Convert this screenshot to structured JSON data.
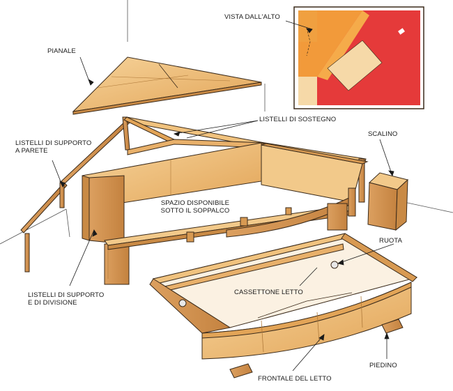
{
  "labels": {
    "pianale": "PIANALE",
    "vista_dall_alto": "VISTA DALL'ALTO",
    "listelli_di_sostegno": "LISTELLI DI SOSTEGNO",
    "listelli_supporto_parete_1": "LISTELLI DI SUPPORTO",
    "listelli_supporto_parete_2": "A PARETE",
    "scalino": "SCALINO",
    "spazio_disponibile_1": "SPAZIO DISPONIBILE",
    "spazio_disponibile_2": "SOTTO IL SOPPALCO",
    "ruota": "RUOTA",
    "cassettone_letto": "CASSETTONE LETTO",
    "listelli_supporto_divisione_1": "LISTELLI DI SUPPORTO",
    "listelli_supporto_divisione_2": "E DI DIVISIONE",
    "piedino": "PIEDINO",
    "frontale_del_letto": "FRONTALE DEL LETTO"
  },
  "colors": {
    "wood_light": "#f2c98a",
    "wood_mid": "#e8ae62",
    "wood_dark": "#c98a45",
    "outline": "#3a2a1a",
    "inset_red": "#e53a3a",
    "inset_orange": "#f29a3a",
    "inset_beige": "#f6d9a8"
  }
}
